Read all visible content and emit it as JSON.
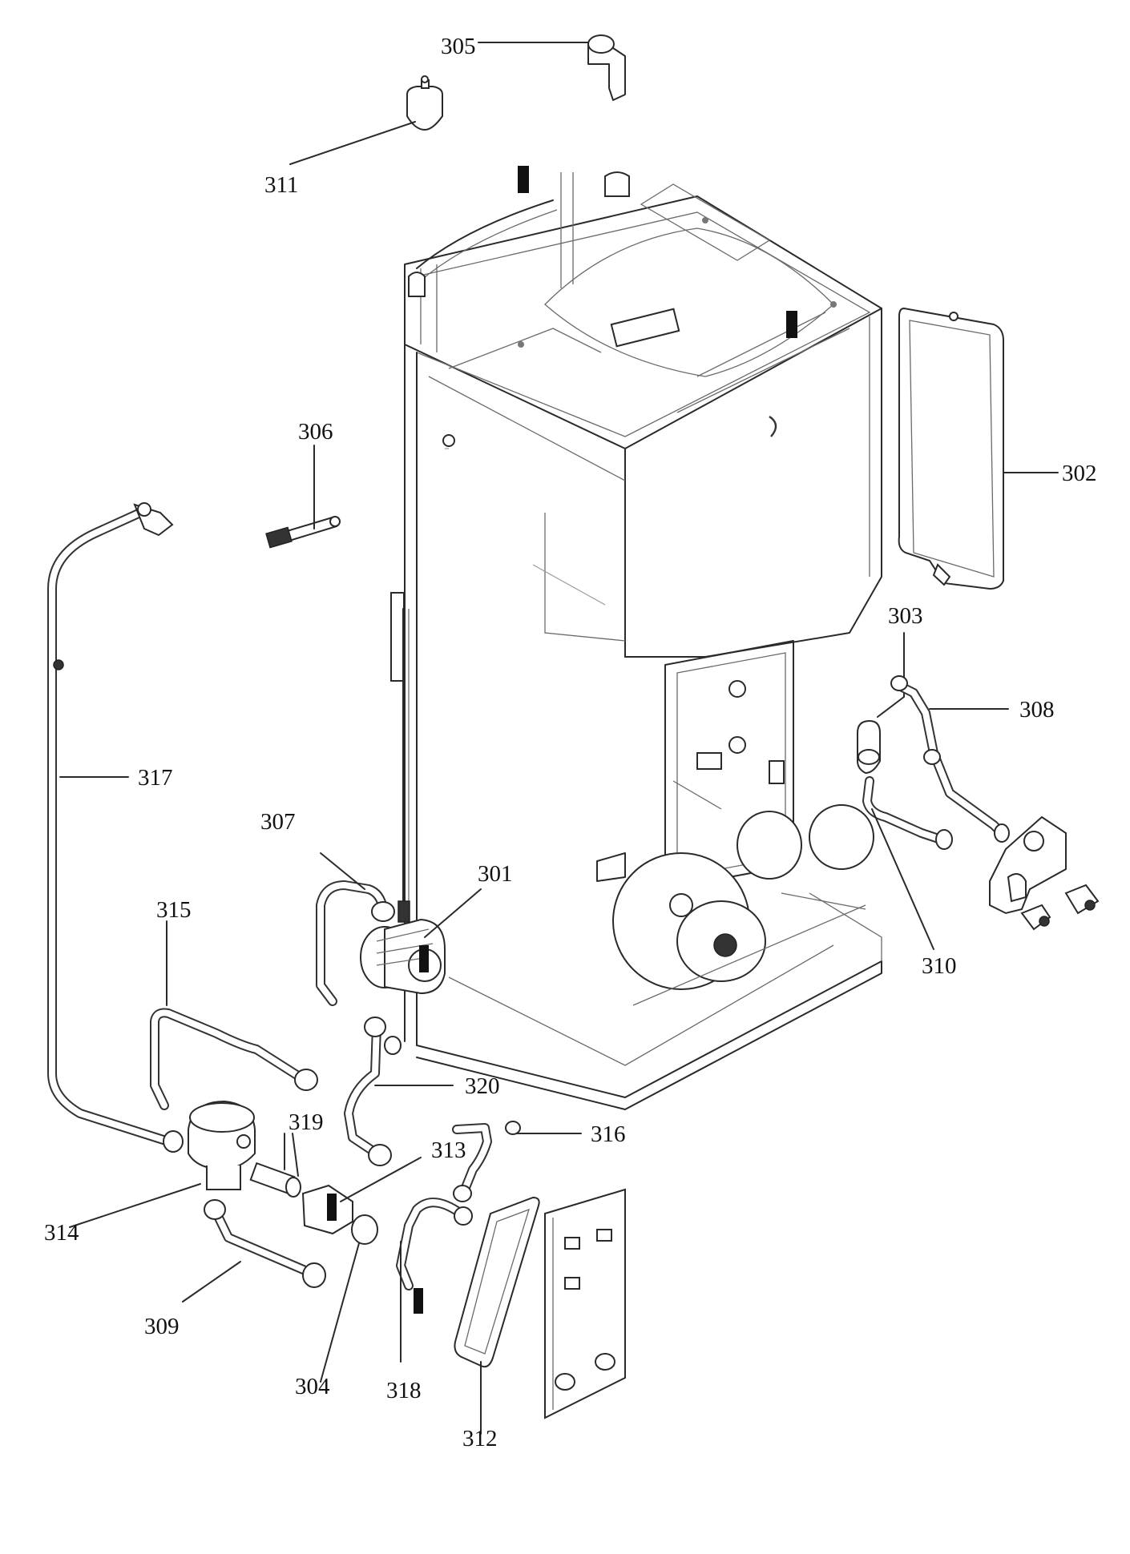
{
  "labels": {
    "p301": "301",
    "p302": "302",
    "p303": "303",
    "p304": "304",
    "p305": "305",
    "p306": "306",
    "p307": "307",
    "p308": "308",
    "p309": "309",
    "p310": "310",
    "p311": "311",
    "p312": "312",
    "p313": "313",
    "p314": "314",
    "p315": "315",
    "p316": "316",
    "p317": "317",
    "p318": "318",
    "p319": "319",
    "p320": "320"
  }
}
